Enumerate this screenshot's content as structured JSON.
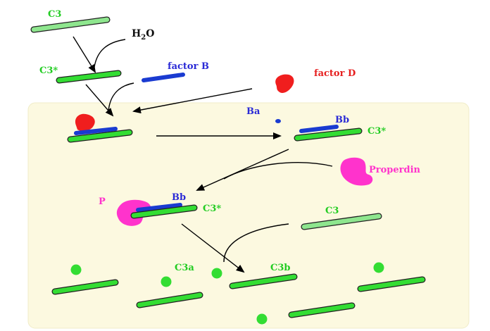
{
  "labels": {
    "c3_top": "C3",
    "h2o_h": "H",
    "h2o_sub": "2",
    "h2o_o": "O",
    "c3_star_top": "C3*",
    "factor_b": "factor B",
    "factor_d": "factor D",
    "ba": "Ba",
    "bb_right": "Bb",
    "c3_star_right": "C3*",
    "properdin": "Properdin",
    "p": "P",
    "bb_lower": "Bb",
    "c3_star_lower": "C3*",
    "c3_lower": "C3",
    "c3a": "C3a",
    "c3b": "C3b"
  },
  "colors": {
    "background_panel": "#fcf9e0",
    "c3_green": "#8ee68e",
    "c3_star_green": "#33dd33",
    "factor_blue": "#1a3bd1",
    "label_blue": "#2a2ad6",
    "factor_d_red": "#f01e1e",
    "label_red": "#e62020",
    "properdin_magenta": "#ff33cc",
    "label_green": "#22cc22"
  }
}
